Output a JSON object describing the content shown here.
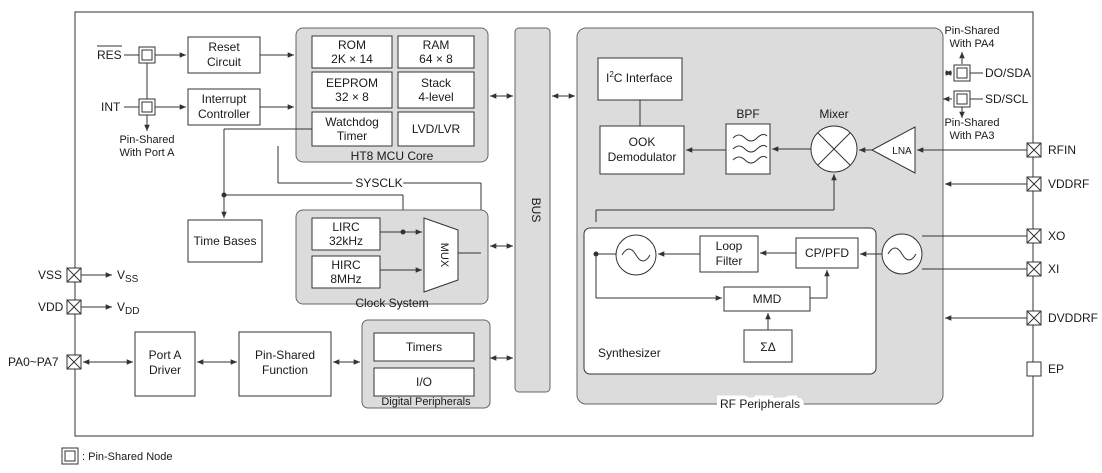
{
  "pins_left": {
    "res": "RES",
    "int": "INT",
    "vss": "VSS",
    "vdd": "VDD",
    "pa": "PA0~PA7",
    "vss_out": "V",
    "vss_sub": "SS",
    "vdd_out": "V",
    "vdd_sub": "DD",
    "pin_shared_porta_l1": "Pin-Shared",
    "pin_shared_porta_l2": "With Port A"
  },
  "blocks": {
    "reset_l1": "Reset",
    "reset_l2": "Circuit",
    "interrupt_l1": "Interrupt",
    "interrupt_l2": "Controller",
    "time_bases": "Time Bases",
    "porta_l1": "Port A",
    "porta_l2": "Driver",
    "pinshared_l1": "Pin-Shared",
    "pinshared_l2": "Function"
  },
  "mcu": {
    "title": "HT8 MCU Core",
    "rom_l1": "ROM",
    "rom_l2": "2K × 14",
    "ram_l1": "RAM",
    "ram_l2": "64 × 8",
    "eeprom_l1": "EEPROM",
    "eeprom_l2": "32 × 8",
    "stack_l1": "Stack",
    "stack_l2": "4-level",
    "wdt_l1": "Watchdog",
    "wdt_l2": "Timer",
    "lvd": "LVD/LVR"
  },
  "clock": {
    "sysclk": "SYSCLK",
    "title": "Clock System",
    "lirc_l1": "LIRC",
    "lirc_l2": "32kHz",
    "hirc_l1": "HIRC",
    "hirc_l2": "8MHz",
    "mux": "MUX"
  },
  "digital": {
    "title": "Digital Peripherals",
    "timers": "Timers",
    "io": "I/O"
  },
  "bus": "BUS",
  "rf": {
    "title": "RF Peripherals",
    "i2c_i": "I",
    "i2c_sup": "2",
    "i2c_rest": "C Interface",
    "ook_l1": "OOK",
    "ook_l2": "Demodulator",
    "bpf": "BPF",
    "mixer": "Mixer",
    "lna": "LNA",
    "loop_l1": "Loop",
    "loop_l2": "Filter",
    "cppfd": "CP/PFD",
    "mmd": "MMD",
    "sigma": "ΣΔ",
    "synth": "Synthesizer"
  },
  "pins_right": {
    "ps_pa4_l1": "Pin-Shared",
    "ps_pa4_l2": "With PA4",
    "dosda": "DO/SDA",
    "sdscl": "SD/SCL",
    "ps_pa3_l1": "Pin-Shared",
    "ps_pa3_l2": "With PA3",
    "rfin": "RFIN",
    "vddrf": "VDDRF",
    "xo": "XO",
    "xi": "XI",
    "dvddrf": "DVDDRF",
    "ep": "EP"
  },
  "legend": {
    "text": ": Pin-Shared Node"
  }
}
